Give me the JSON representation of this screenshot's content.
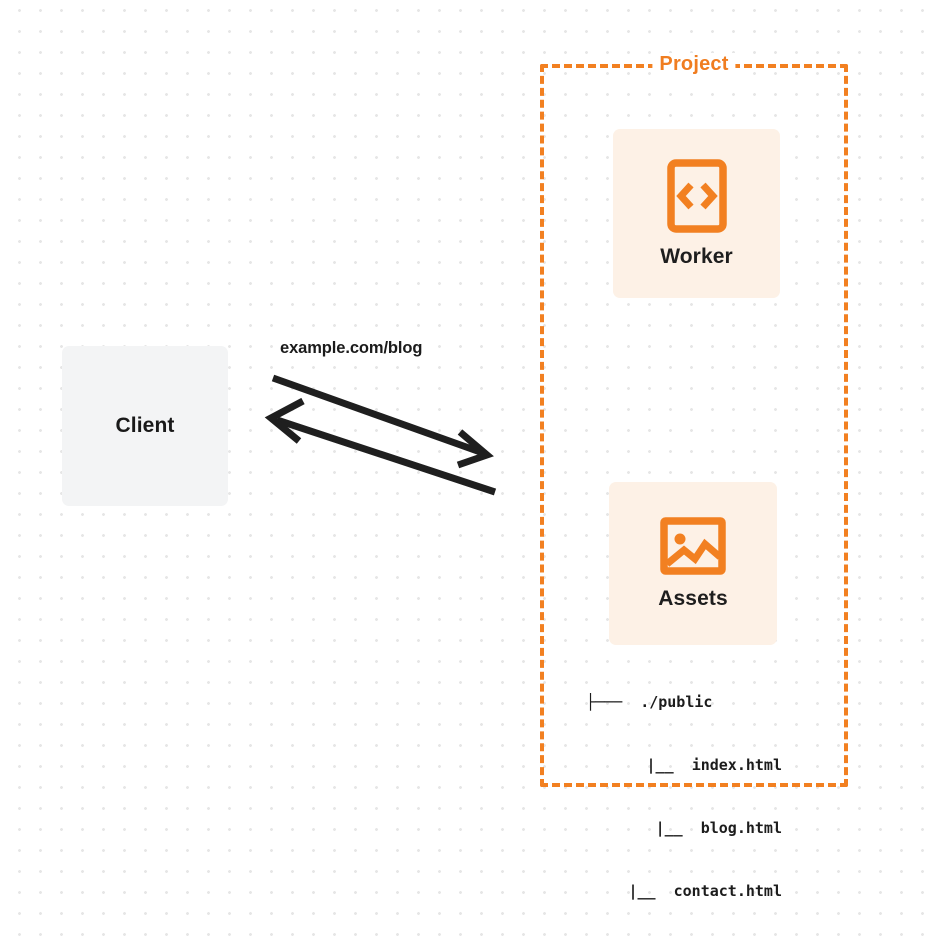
{
  "diagram": {
    "title": "Cloudflare Worker with static Assets serving example.com/blog",
    "background": {
      "style": "dot-grid",
      "dot_color": "#e6e6e6",
      "page_color": "#ffffff"
    },
    "colors": {
      "accent_orange": "#f28021",
      "card_fill": "#fdf1e6",
      "client_fill": "#f3f4f5",
      "text_dark": "#1b1b1b",
      "arrow_stroke": "#1f1f1f"
    },
    "client": {
      "label": "Client",
      "icon_name": "client-box"
    },
    "edge": {
      "label": "example.com/blog",
      "request_arrow_name": "request-arrow",
      "response_arrow_name": "response-arrow",
      "direction": "bidirectional"
    },
    "project": {
      "title": "Project",
      "border_style": "dashed",
      "nodes": [
        {
          "id": "worker",
          "label": "Worker",
          "icon_name": "code-brackets-icon",
          "icon_glyph": "<>"
        },
        {
          "id": "assets",
          "label": "Assets",
          "icon_name": "image-picture-icon",
          "icon_glyph": "picture"
        }
      ],
      "file_tree": {
        "root": "./public",
        "root_connector": "├───",
        "child_connector": "|__",
        "children": [
          "index.html",
          "blog.html",
          "contact.html"
        ],
        "rows": [
          {
            "connector": "├───  ",
            "name": "./public"
          },
          {
            "connector": "|__  ",
            "name": "index.html"
          },
          {
            "connector": "|__  ",
            "name": "blog.html"
          },
          {
            "connector": "|__  ",
            "name": "contact.html"
          }
        ]
      }
    }
  }
}
